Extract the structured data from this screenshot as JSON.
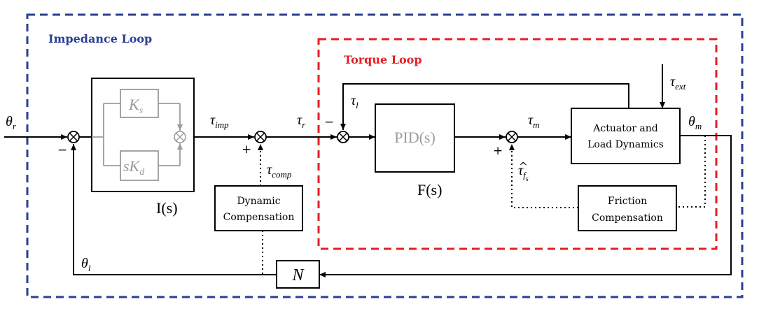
{
  "loops": {
    "impedance_title": "Impedance Loop",
    "torque_title": "Torque Loop",
    "impedance_color": "#2a3f91",
    "torque_color": "#e41f25"
  },
  "blocks": {
    "impedance_label": "I(s)",
    "ks": "K",
    "ks_sub": "s",
    "skd_s": "sK",
    "skd_sub": "d",
    "pid": "PID(s)",
    "pid_label": "F(s)",
    "actuator_line1": "Actuator and",
    "actuator_line2": "Load Dynamics",
    "dynamic_line1": "Dynamic",
    "dynamic_line2": "Compensation",
    "friction_line1": "Friction",
    "friction_line2": "Compensation",
    "gear": "N"
  },
  "signals": {
    "theta_r": {
      "base": "θ",
      "sub": "r"
    },
    "tau_imp": {
      "base": "τ",
      "sub": "imp"
    },
    "tau_r": {
      "base": "τ",
      "sub": "r"
    },
    "tau_l": {
      "base": "τ",
      "sub": "l"
    },
    "tau_m": {
      "base": "τ",
      "sub": "m"
    },
    "tau_ext": {
      "base": "τ",
      "sub": "ext"
    },
    "theta_m": {
      "base": "θ",
      "sub": "m"
    },
    "tau_comp": {
      "base": "τ",
      "sub": "comp"
    },
    "tau_fs": {
      "base": "τ",
      "sub": "f",
      "subsub": "s",
      "hat": "^"
    },
    "theta_l": {
      "base": "θ",
      "sub": "l"
    }
  },
  "signs": {
    "sum1_minus": "−",
    "sum2_plus": "+",
    "sum3_minus": "−",
    "sum4_plus": "+"
  }
}
